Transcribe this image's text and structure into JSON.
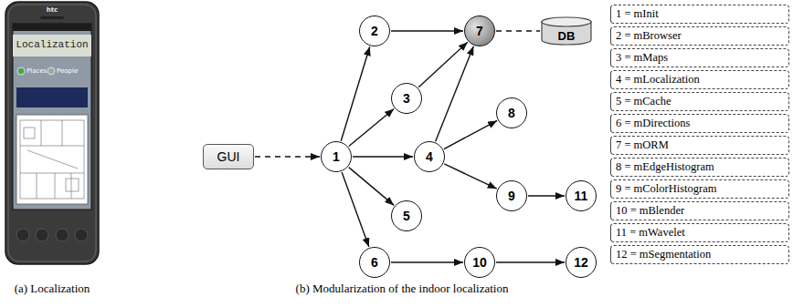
{
  "diagram": {
    "nodes": [
      {
        "text": [
          "GUI"
        ]
      },
      {
        "text": [
          "1"
        ]
      },
      {
        "text": [
          "2"
        ]
      },
      {
        "text": [
          "3"
        ]
      },
      {
        "text": [
          "4"
        ]
      },
      {
        "text": [
          "5"
        ]
      },
      {
        "text": [
          "6"
        ]
      },
      {
        "text": [
          "7"
        ]
      },
      {
        "text": [
          "8"
        ]
      },
      {
        "text": [
          "9"
        ]
      },
      {
        "text": [
          "10"
        ]
      },
      {
        "text": [
          "11"
        ]
      },
      {
        "text": [
          "12"
        ]
      },
      {
        "text": [
          "DB"
        ]
      }
    ],
    "edges": [
      {
        "from": 0,
        "to": 1,
        "arrow": "to"
      },
      {
        "from": 1,
        "to": 2,
        "arrow": "to"
      },
      {
        "from": 1,
        "to": 3,
        "arrow": "to"
      },
      {
        "from": 1,
        "to": 4,
        "arrow": "to"
      },
      {
        "from": 1,
        "to": 5,
        "arrow": "to"
      },
      {
        "from": 1,
        "to": 6,
        "arrow": "to"
      },
      {
        "from": 2,
        "to": 7,
        "arrow": "to"
      },
      {
        "from": 3,
        "to": 7,
        "arrow": "to"
      },
      {
        "from": 4,
        "to": 7,
        "arrow": "to"
      },
      {
        "from": 4,
        "to": 8,
        "arrow": "to"
      },
      {
        "from": 4,
        "to": 9,
        "arrow": "to"
      },
      {
        "from": 9,
        "to": 11,
        "arrow": "to"
      },
      {
        "from": 6,
        "to": 10,
        "arrow": "to"
      },
      {
        "from": 10,
        "to": 12,
        "arrow": "to"
      },
      {
        "from": 7,
        "to": 13,
        "arrow": "none"
      }
    ],
    "labels": [
      "htc",
      "Localization",
      "Places",
      "People",
      "(a) Localization",
      "(b) Modularization of the indoor localization",
      "1 = mInit",
      "2 = mBrowser",
      "3 = mMaps",
      "4 = mLocalization",
      "5 = mCache",
      "6 = mDirections",
      "7 = mORM",
      "8 = mEdgeHistogram",
      "9 = mColorHistogram",
      "10 = mBlender",
      "11 = mWavelet",
      "12 = mSegmentation"
    ]
  }
}
